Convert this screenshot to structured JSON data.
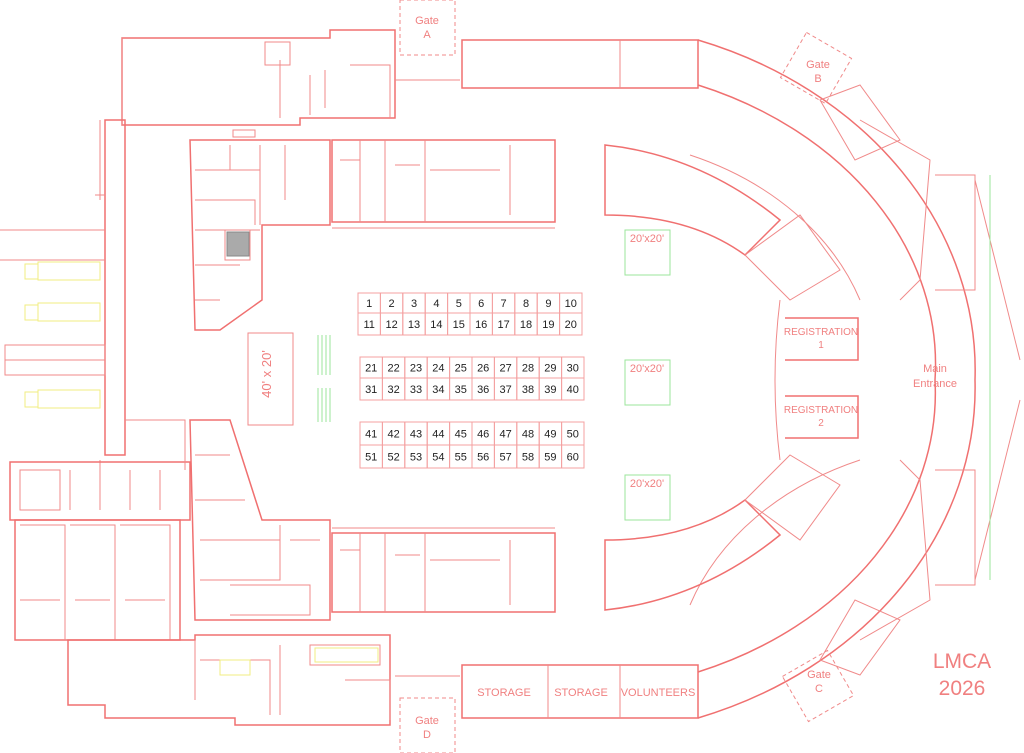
{
  "gate_labels": {
    "a": [
      "Gate",
      "A"
    ],
    "b": [
      "Gate",
      "B"
    ],
    "c": [
      "Gate",
      "C"
    ],
    "d": [
      "Gate",
      "D"
    ]
  },
  "registration": {
    "one": [
      "REGISTRATION",
      "1"
    ],
    "two": [
      "REGISTRATION",
      "2"
    ]
  },
  "main_entrance": [
    "Main",
    "Entrance"
  ],
  "watermark": [
    "LMCA",
    "2026"
  ],
  "rooms": {
    "storage1": "STORAGE",
    "storage2": "STORAGE",
    "volunteers": "VOLUNTEERS"
  },
  "spaces": {
    "stage": "40' x 20'",
    "tent1": "20'x20'",
    "tent2": "20'x20'",
    "tent3": "20'x20'"
  },
  "booth_rows": [
    [
      1,
      2,
      3,
      4,
      5,
      6,
      7,
      8,
      9,
      10
    ],
    [
      11,
      12,
      13,
      14,
      15,
      16,
      17,
      18,
      19,
      20
    ],
    [
      21,
      22,
      23,
      24,
      25,
      26,
      27,
      28,
      29,
      30
    ],
    [
      31,
      32,
      33,
      34,
      35,
      36,
      37,
      38,
      39,
      40
    ],
    [
      41,
      42,
      43,
      44,
      45,
      46,
      47,
      48,
      49,
      50
    ],
    [
      51,
      52,
      53,
      54,
      55,
      56,
      57,
      58,
      59,
      60
    ]
  ],
  "colors": {
    "walls": "#f08a8a",
    "tents": "#9be59b",
    "vehicles": "#f2ee80",
    "labels": "#f08080"
  }
}
